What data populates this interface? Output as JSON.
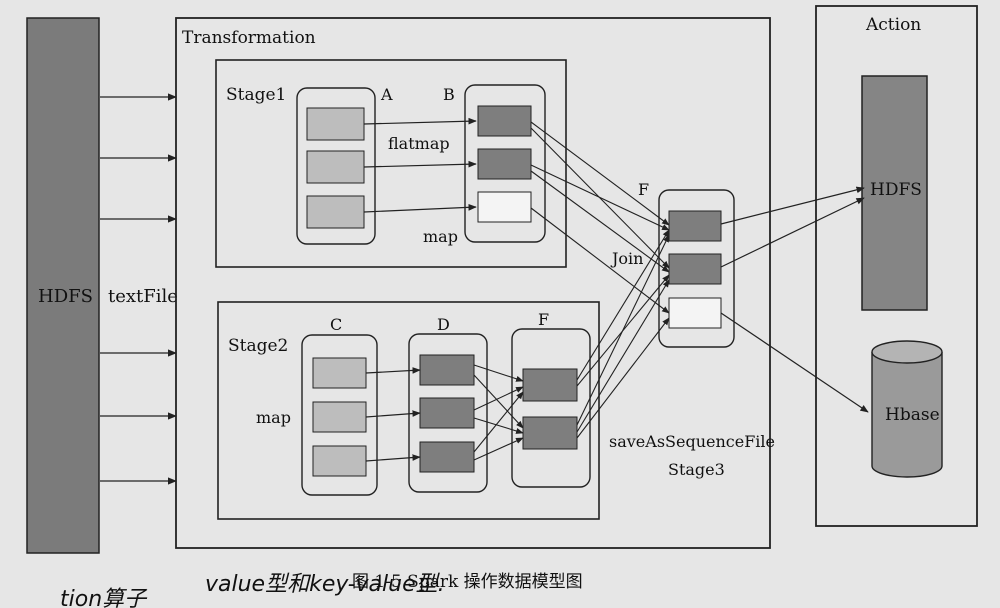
{
  "labels": {
    "transformation": "Transformation",
    "action": "Action",
    "hdfs_source": "HDFS",
    "textfile": "textFile",
    "stage1": "Stage1",
    "stage2": "Stage2",
    "stage3": "Stage3",
    "rdd_a": "A",
    "rdd_b": "B",
    "rdd_c": "C",
    "rdd_d": "D",
    "rdd_f_stage2": "F",
    "rdd_f_join": "F",
    "flatmap": "flatmap",
    "map_stage1": "map",
    "map_stage2": "map",
    "join": "Join",
    "save_op": "saveAsSequenceFile",
    "hdfs_sink": "HDFS",
    "hbase": "Hbase",
    "caption": "图 1-5   Spark 操作数据模型图",
    "handwriting_left": "tion算子",
    "handwriting_right": "value型和key-value型."
  },
  "colors": {
    "background": "#e6e6e6",
    "hdfs_fill": "#7b7b7b",
    "hdfs_sink_fill": "#858585",
    "partition_light": "#bdbdbd",
    "partition_dark": "#7e7e7e",
    "partition_empty": "#f4f4f4",
    "line": "#222222"
  }
}
